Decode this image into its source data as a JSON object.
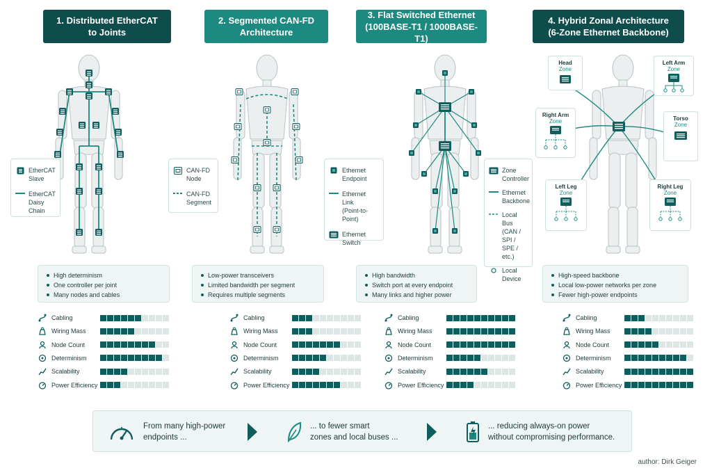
{
  "columns": [
    {
      "title": "1. Distributed EtherCAT\nto Joints",
      "legend": [
        {
          "icon": "ethercat-slave-icon",
          "label": "EtherCAT\nSlave"
        },
        {
          "icon": "daisy-chain-line-icon",
          "label": "EtherCAT\nDaisy Chain"
        }
      ],
      "bullets": [
        "High determinism",
        "One controller per joint",
        "Many nodes and cables"
      ],
      "metrics": [
        {
          "label": "Cabling",
          "value": 6
        },
        {
          "label": "Wiring Mass",
          "value": 5
        },
        {
          "label": "Node Count",
          "value": 8
        },
        {
          "label": "Determinism",
          "value": 9
        },
        {
          "label": "Scalability",
          "value": 4
        },
        {
          "label": "Power Efficiency",
          "value": 3
        }
      ]
    },
    {
      "title": "2. Segmented CAN-FD\nArchitecture",
      "legend": [
        {
          "icon": "canfd-node-icon",
          "label": "CAN-FD\nNode"
        },
        {
          "icon": "canfd-segment-dashed-icon",
          "label": "CAN-FD\nSegment"
        }
      ],
      "bullets": [
        "Low-power transceivers",
        "Limited bandwidth per segment",
        "Requires multiple segments"
      ],
      "metrics": [
        {
          "label": "Cabling",
          "value": 3
        },
        {
          "label": "Wiring Mass",
          "value": 3
        },
        {
          "label": "Node Count",
          "value": 7
        },
        {
          "label": "Determinism",
          "value": 5
        },
        {
          "label": "Scalability",
          "value": 4
        },
        {
          "label": "Power Efficiency",
          "value": 7
        }
      ]
    },
    {
      "title": "3. Flat Switched Ethernet\n(100BASE-T1 / 1000BASE-T1)",
      "legend": [
        {
          "icon": "ethernet-endpoint-icon",
          "label": "Ethernet\nEndpoint"
        },
        {
          "icon": "ethernet-link-line-icon",
          "label": "Ethernet Link\n(Point-to-Point)"
        },
        {
          "icon": "ethernet-switch-icon",
          "label": "Ethernet\nSwitch"
        }
      ],
      "bullets": [
        "High bandwidth",
        "Switch port at every endpoint",
        "Many links and higher power"
      ],
      "metrics": [
        {
          "label": "Cabling",
          "value": 10
        },
        {
          "label": "Wiring Mass",
          "value": 10
        },
        {
          "label": "Node Count",
          "value": 10
        },
        {
          "label": "Determinism",
          "value": 5
        },
        {
          "label": "Scalability",
          "value": 6
        },
        {
          "label": "Power Efficiency",
          "value": 4
        }
      ]
    },
    {
      "title": "4. Hybrid Zonal Architecture\n(6-Zone Ethernet Backbone)",
      "legend": [
        {
          "icon": "zone-controller-icon",
          "label": "Zone\nController"
        },
        {
          "icon": "ethernet-backbone-line-icon",
          "label": "Ethernet\nBackbone"
        },
        {
          "icon": "local-bus-dashed-icon",
          "label": "Local Bus\n(CAN / SPI /\nSPE / etc.)"
        },
        {
          "icon": "local-device-icon",
          "label": "Local\nDevice"
        }
      ],
      "zones": [
        {
          "name": "Head",
          "zone": "Zone"
        },
        {
          "name": "Left Arm",
          "zone": "Zone"
        },
        {
          "name": "Right Arm",
          "zone": "Zone"
        },
        {
          "name": "Torso",
          "zone": "Zone"
        },
        {
          "name": "Left Leg",
          "zone": "Zone"
        },
        {
          "name": "Right Leg",
          "zone": "Zone"
        }
      ],
      "bullets": [
        "High-speed backbone",
        "Local low-power networks per zone",
        "Fewer high-power endpoints"
      ],
      "metrics": [
        {
          "label": "Cabling",
          "value": 3
        },
        {
          "label": "Wiring Mass",
          "value": 4
        },
        {
          "label": "Node Count",
          "value": 5
        },
        {
          "label": "Determinism",
          "value": 9
        },
        {
          "label": "Scalability",
          "value": 10
        },
        {
          "label": "Power Efficiency",
          "value": 10
        }
      ]
    }
  ],
  "metric_max": 10,
  "metric_icons": [
    "cable-icon",
    "weight-icon",
    "node-icon",
    "determinism-icon",
    "scalability-icon",
    "power-icon"
  ],
  "banner": [
    {
      "icon": "speedometer-icon",
      "text": "From many high-power\nendpoints ..."
    },
    {
      "icon": "leaf-icon",
      "text": "... to fewer smart\nzones and local buses ..."
    },
    {
      "icon": "battery-icon",
      "text": "... reducing always-on power\nwithout compromising performance."
    }
  ],
  "author": "author: Dirk Geiger",
  "colors": {
    "dark": "#0f4d4d",
    "mid": "#1c8a80",
    "accent": "#0f5d5d",
    "panel": "#eef5f4"
  }
}
